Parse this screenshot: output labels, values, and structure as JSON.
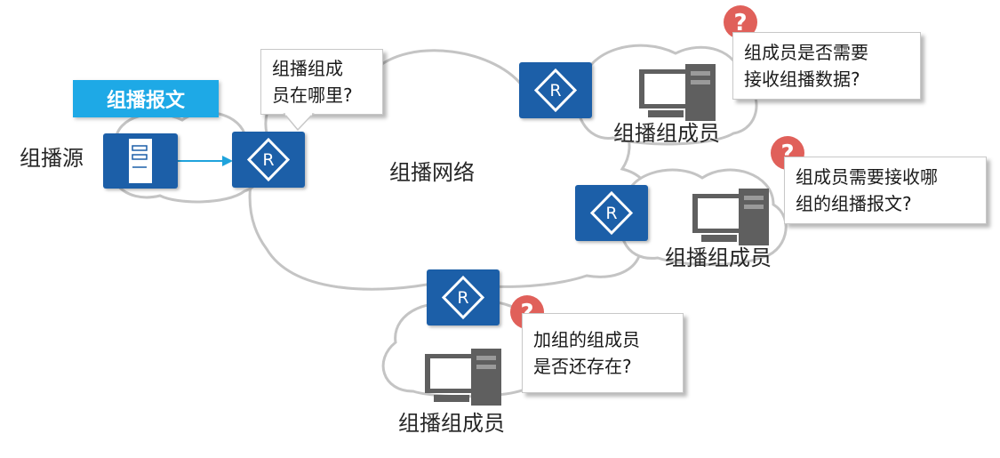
{
  "colors": {
    "router_blue": "#1a5ea8",
    "cloud_stroke": "#c4c4c4",
    "tag_blue": "#1ea9e6",
    "question_red": "#e0605a",
    "arrow_blue": "#1fa3dc"
  },
  "source": {
    "label": "组播源"
  },
  "tag": {
    "label": "组播报文"
  },
  "network": {
    "label": "组播网络"
  },
  "router_glyph": "R",
  "members": [
    {
      "label": "组播组成员"
    },
    {
      "label": "组播组成员"
    },
    {
      "label": "组播组成员"
    }
  ],
  "callouts": {
    "where": {
      "line1": "组播组成",
      "line2": "员在哪里?"
    },
    "need_receive": {
      "line1": "组成员是否需要",
      "line2": "接收组播数据?"
    },
    "which_group": {
      "line1": "组成员需要接收哪",
      "line2": "组的组播报文?"
    },
    "still_exist": {
      "line1": "加组的组成员",
      "line2": "是否还存在?"
    }
  },
  "question_mark": "?",
  "icons": [
    "server-icon",
    "router-icon",
    "computer-icon",
    "question-icon",
    "arrow-icon",
    "cloud-icon"
  ]
}
